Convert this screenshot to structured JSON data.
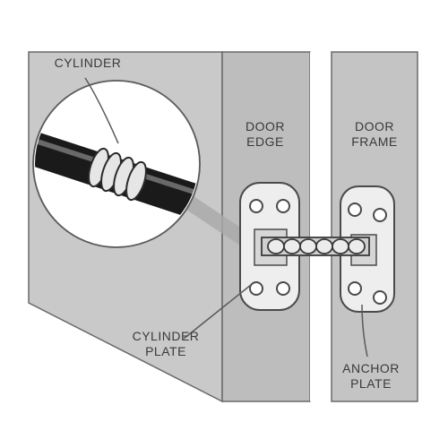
{
  "labels": {
    "cylinder": "CYLINDER",
    "door_edge": [
      "DOOR",
      "EDGE"
    ],
    "door_frame": [
      "DOOR",
      "FRAME"
    ],
    "cylinder_plate": [
      "CYLINDER",
      "PLATE"
    ],
    "anchor_plate": [
      "ANCHOR",
      "PLATE"
    ]
  },
  "colors": {
    "wall": "#c9c9c9",
    "edge_panel": "#bdbdbd",
    "frame_panel": "#c4c4c4",
    "outline": "#5a5a5a",
    "plate": "#eeeeee",
    "hole": "#ffffff",
    "cylinder": "#1a1a1a",
    "spring": "#dedede"
  },
  "icons": [
    "magnifier-callout",
    "screw-hole",
    "spring-coil",
    "leader-line"
  ]
}
